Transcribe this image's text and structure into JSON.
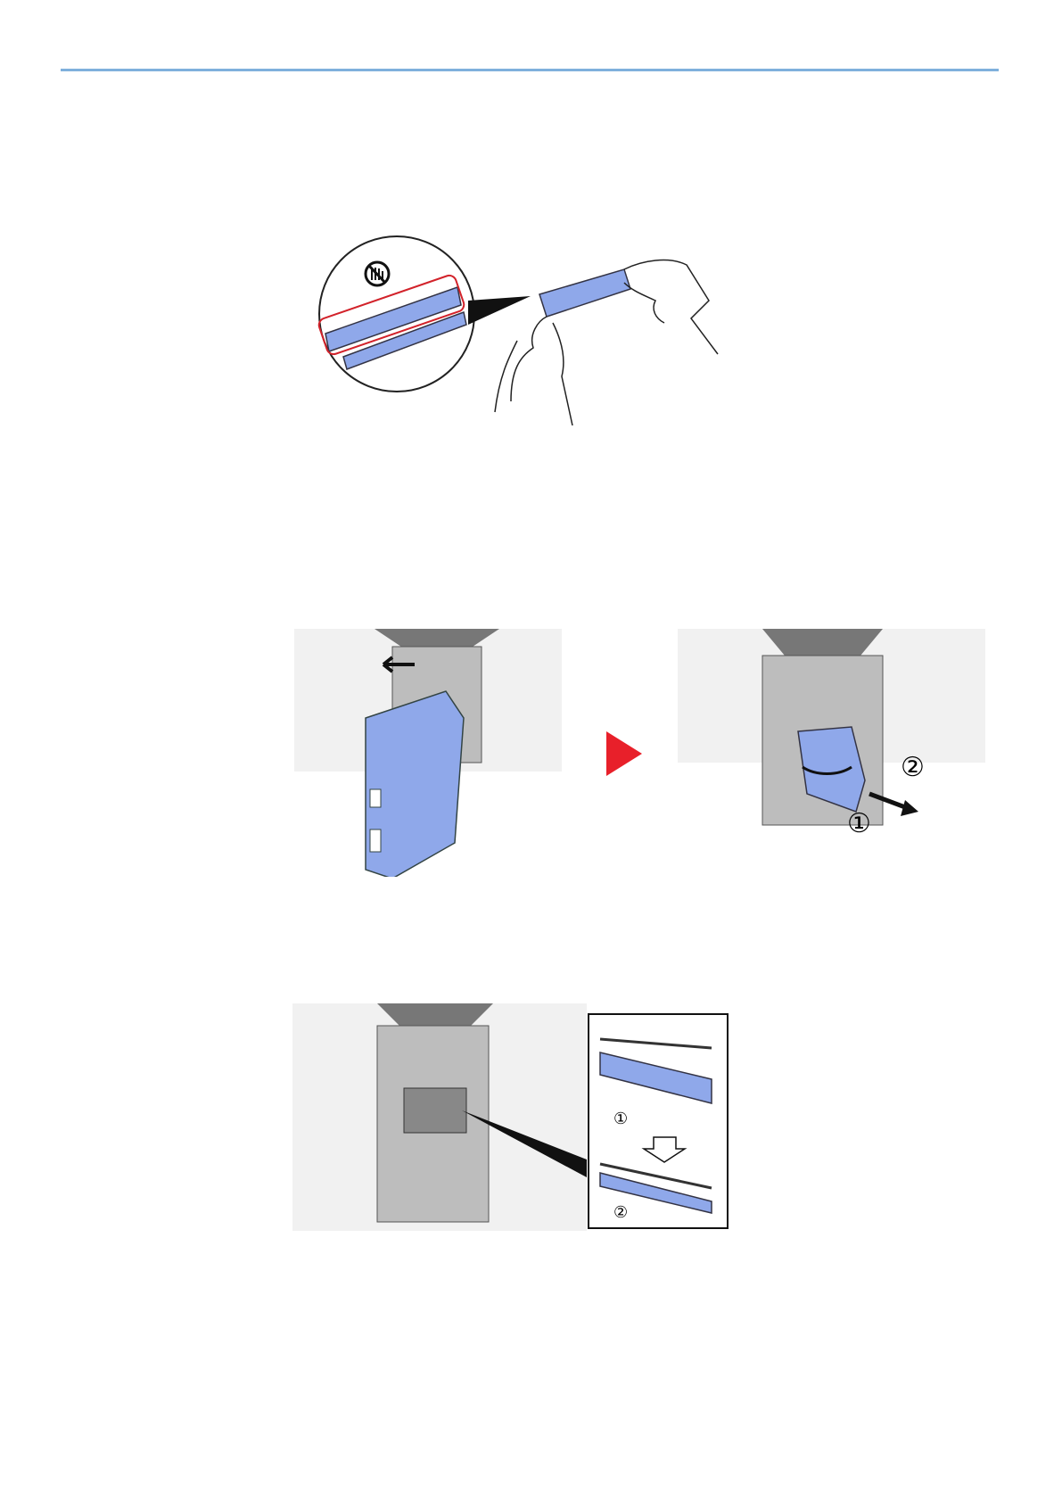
{
  "colors": {
    "accent_rule": "#7fb0dc",
    "part_blue": "#8fa8ea",
    "arrow_red": "#e8202a",
    "warn_red": "#d2222a"
  },
  "figures": {
    "no_touch": {
      "icon": "no-touch-icon"
    },
    "cover_steps": {
      "step1": "①",
      "step2": "②"
    },
    "insert_steps": {
      "step1": "①",
      "step2": "②"
    }
  }
}
